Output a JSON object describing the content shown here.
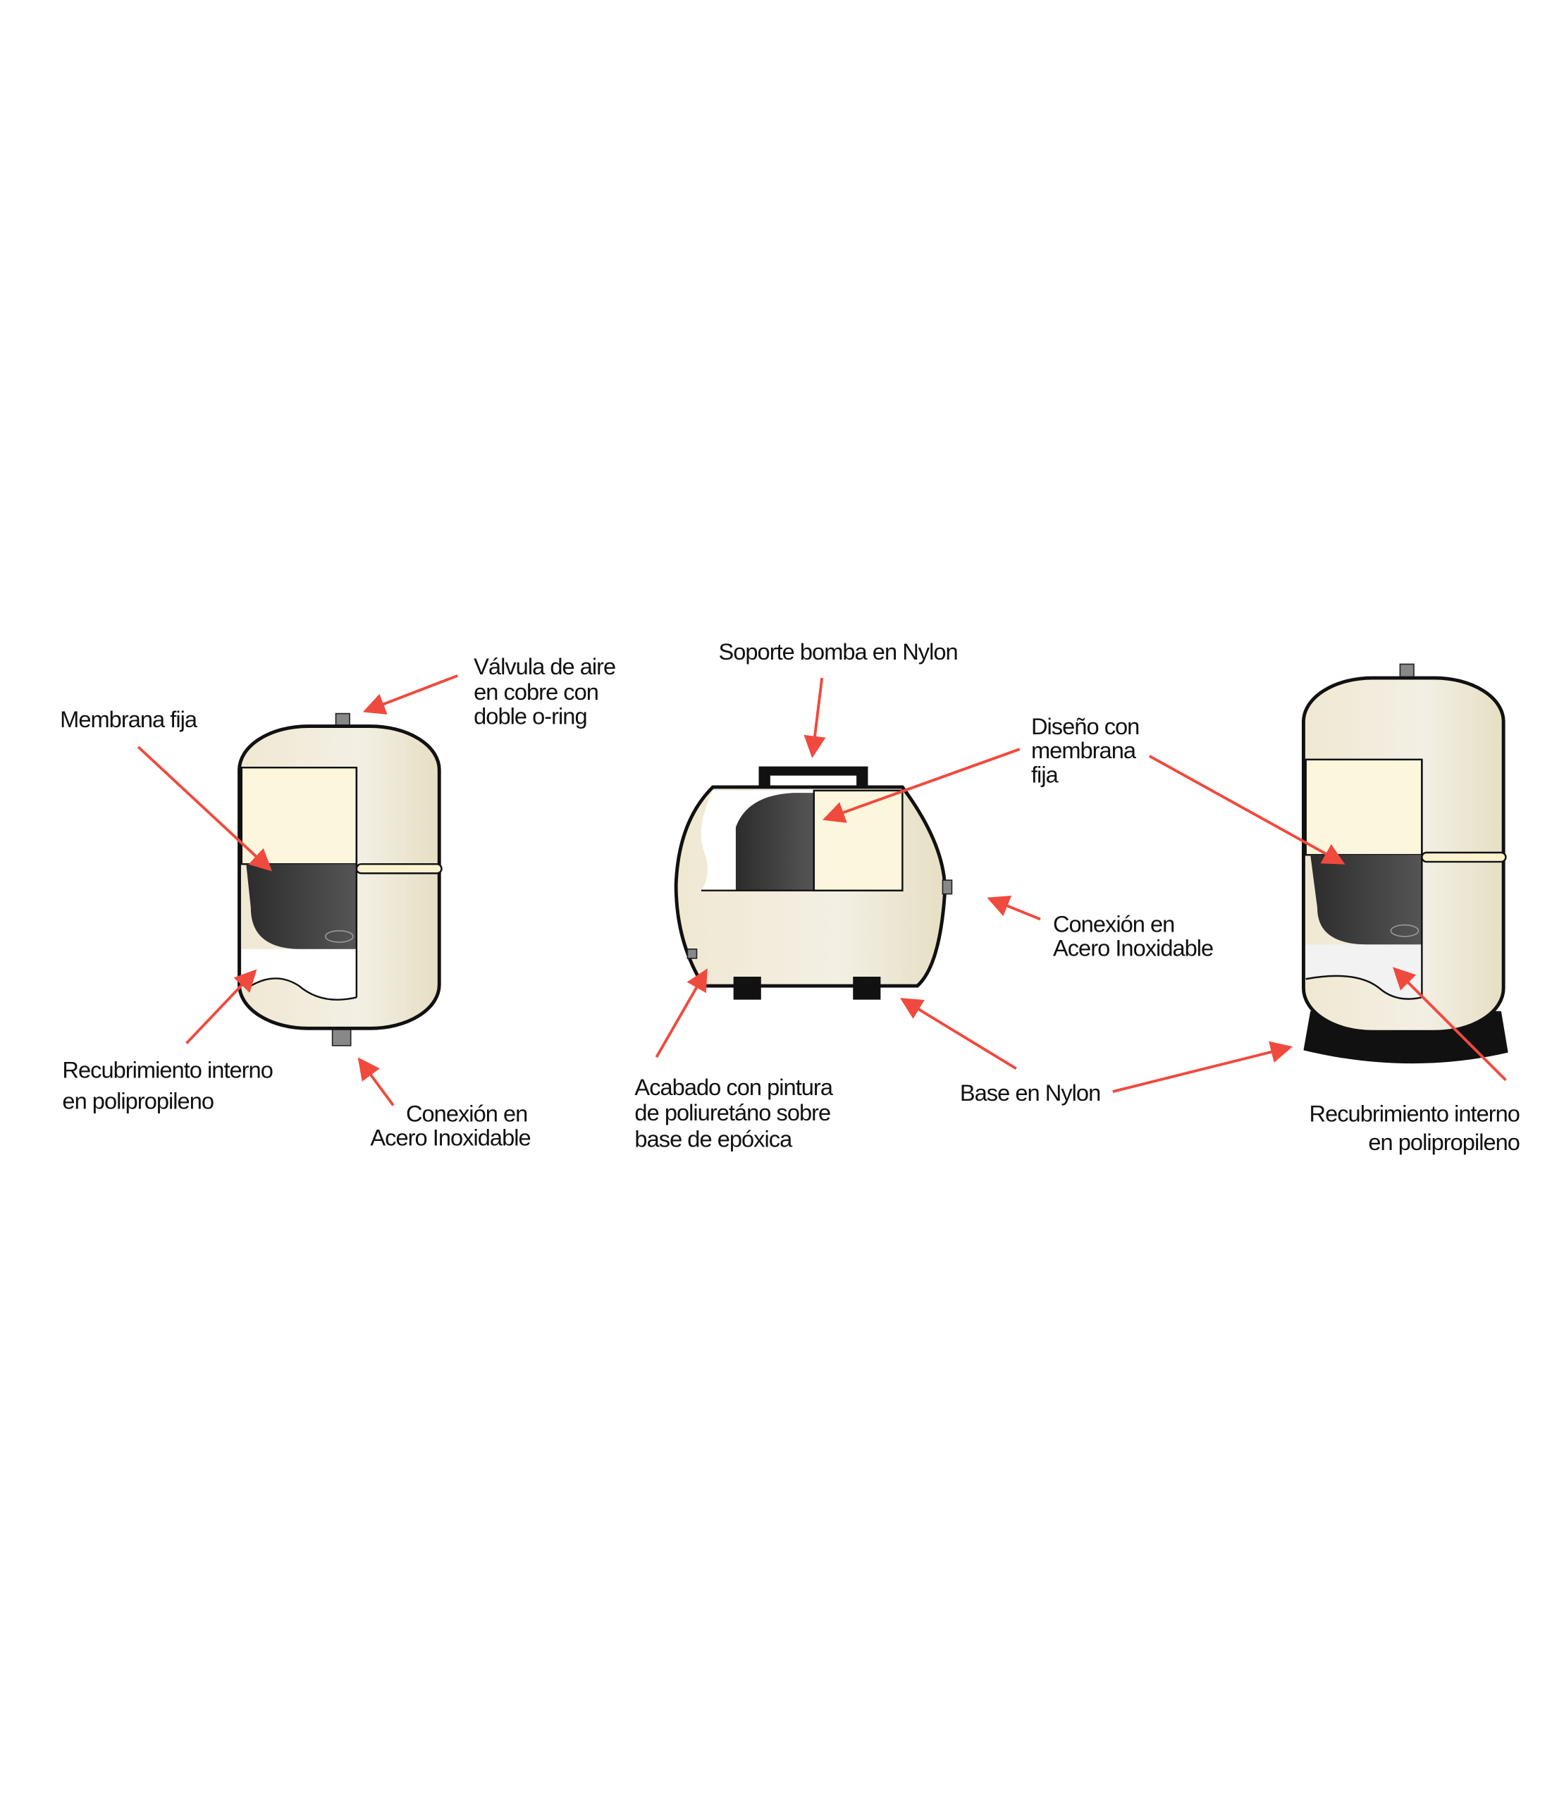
{
  "left_tank": {
    "valve_label": [
      "Válvula de aire",
      "en cobre con",
      "doble o-ring"
    ],
    "membrane_label": "Membrana fija",
    "lining_label": [
      "Recubrimiento interno",
      "en polipropileno"
    ],
    "connection_label": [
      "Conexión en",
      "Acero Inoxidable"
    ]
  },
  "middle_tank": {
    "pump_support_label": "Soporte bomba en Nylon",
    "membrane_design_label": [
      "Diseño con",
      "membrana",
      "fija"
    ],
    "connection_label": [
      "Conexión en",
      "Acero Inoxidable"
    ],
    "finish_label": [
      "Acabado con pintura",
      "de poliuretáno sobre",
      "base de epóxica"
    ],
    "base_label": "Base en Nylon"
  },
  "right_tank": {
    "lining_label": [
      "Recubrimiento interno",
      "en polipropileno"
    ]
  },
  "colors": {
    "arrow": "#f04a3e",
    "tank": "#efe9d6",
    "membrane": "#3a3a3a",
    "cutout": "#fbf6dc"
  }
}
